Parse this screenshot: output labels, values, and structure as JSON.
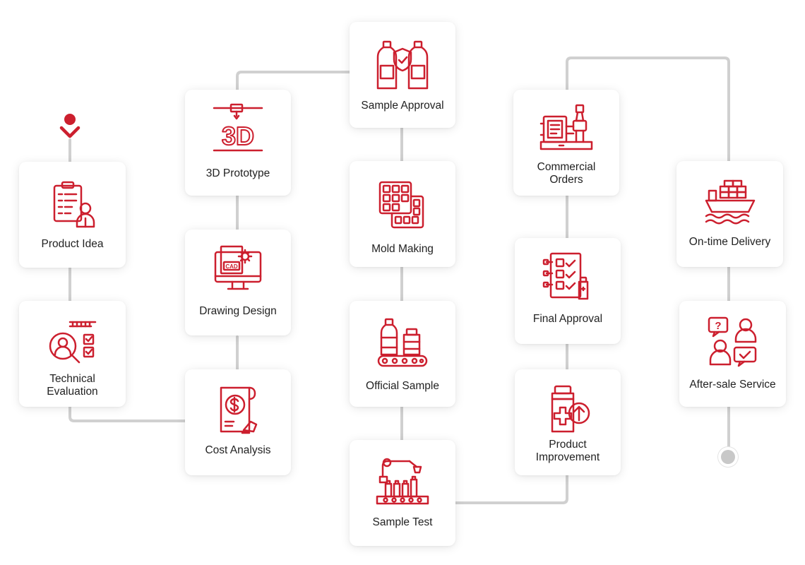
{
  "theme": {
    "accent": "#cc1f2e",
    "line": "#d0d0d0",
    "text": "#222222"
  },
  "steps": [
    {
      "id": "product-idea",
      "label": "Product Idea",
      "icon": "clipboard-person-icon"
    },
    {
      "id": "technical-evaluation",
      "label": "Technical\nEvaluation",
      "icon": "magnifier-analyst-icon"
    },
    {
      "id": "cost-analysis",
      "label": "Cost Analysis",
      "icon": "dollar-document-icon"
    },
    {
      "id": "drawing-design",
      "label": "Drawing Design",
      "icon": "cad-monitor-icon"
    },
    {
      "id": "3d-prototype",
      "label": "3D Prototype",
      "icon": "3d-printer-icon"
    },
    {
      "id": "sample-approval",
      "label": "Sample Approval",
      "icon": "bottles-shield-icon"
    },
    {
      "id": "mold-making",
      "label": "Mold Making",
      "icon": "mold-grid-icon"
    },
    {
      "id": "official-sample",
      "label": "Official Sample",
      "icon": "conveyor-bottles-icon"
    },
    {
      "id": "sample-test",
      "label": "Sample Test",
      "icon": "robot-arm-bottles-icon"
    },
    {
      "id": "product-improvement",
      "label": "Product\nImprovement",
      "icon": "bottle-upgrade-icon"
    },
    {
      "id": "final-approval",
      "label": "Final Approval",
      "icon": "checklist-icon"
    },
    {
      "id": "commercial-orders",
      "label": "Commercial\nOrders",
      "icon": "injection-machine-icon"
    },
    {
      "id": "on-time-delivery",
      "label": "On-time Delivery",
      "icon": "cargo-ship-icon"
    },
    {
      "id": "after-sale-service",
      "label": "After-sale Service",
      "icon": "support-chat-icon"
    }
  ]
}
